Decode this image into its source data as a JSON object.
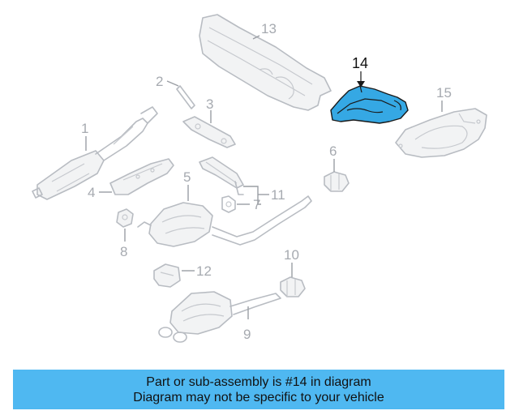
{
  "diagram": {
    "callouts": {
      "p1": "1",
      "p2": "2",
      "p3": "3",
      "p4": "4",
      "p5": "5",
      "p6": "6",
      "p7": "7",
      "p8": "8",
      "p9": "9",
      "p10": "10",
      "p11": "11",
      "p12": "12",
      "p13": "13",
      "p14": "14",
      "p15": "15"
    },
    "highlighted_part": "14",
    "highlight_color": "#35a8e4",
    "part_color": "#b8bcc2"
  },
  "banner": {
    "line1": "Part or sub-assembly is #14 in diagram",
    "line2": "Diagram may not be specific to your vehicle",
    "background": "#4fb8f1"
  }
}
